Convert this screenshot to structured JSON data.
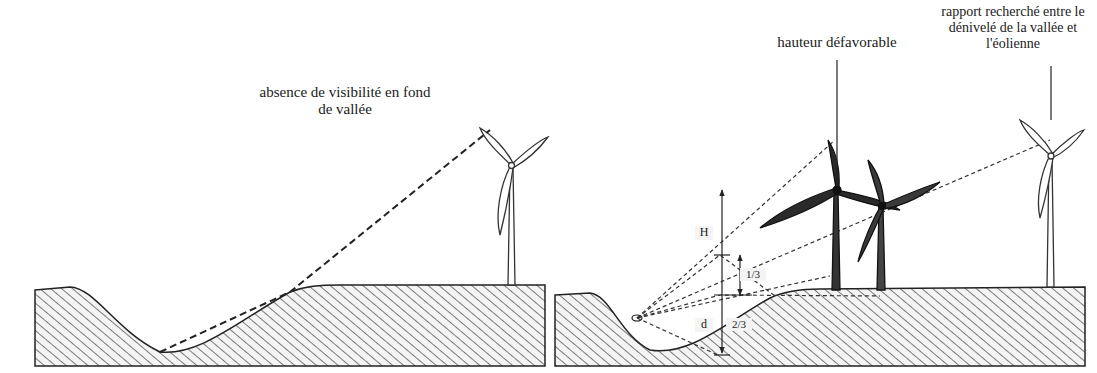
{
  "diagram": {
    "labels": [
      "absence de visibilité en fond de vallée",
      "hauteur défavorable",
      "rapport recherché entre le dénivelé de la vallée et l'éolienne",
      "H",
      "1/3",
      "d",
      "2/3"
    ]
  }
}
